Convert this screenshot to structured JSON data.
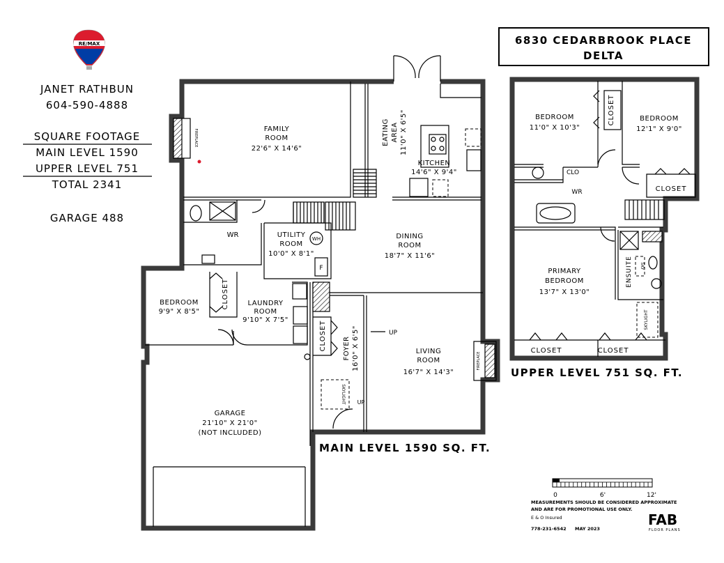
{
  "header": {
    "address_line1": "6830 CEDARBROOK PLACE",
    "address_line2": "DELTA"
  },
  "brand": {
    "logo_text": "RE/MAX",
    "colors": {
      "red": "#dc1c2e",
      "blue": "#003da5",
      "white": "#ffffff"
    }
  },
  "agent": {
    "name": "JANET RATHBUN",
    "phone": "604-590-4888"
  },
  "footage": {
    "heading": "SQUARE FOOTAGE",
    "main": "MAIN LEVEL 1590",
    "upper": "UPPER LEVEL 751",
    "total": "TOTAL 2341",
    "garage": "GARAGE 488"
  },
  "main_level": {
    "caption": "MAIN LEVEL 1590 SQ. FT.",
    "rooms": {
      "family": {
        "name": "FAMILY",
        "name2": "ROOM",
        "dim": "22'6\" X 14'6\""
      },
      "eating": {
        "name": "EATING",
        "name2": "AREA",
        "dim": "11'0\" X 6'5\""
      },
      "kitchen": {
        "name": "KITCHEN",
        "dim": "14'6\" X 9'4\""
      },
      "dining": {
        "name": "DINING",
        "name2": "ROOM",
        "dim": "18'7\" X 11'6\""
      },
      "utility": {
        "name": "UTILITY",
        "name2": "ROOM",
        "dim": "10'0\" X 8'1\""
      },
      "laundry": {
        "name": "LAUNDRY",
        "name2": "ROOM",
        "dim": "9'10\" X 7'5\""
      },
      "bedroom": {
        "name": "BEDROOM",
        "dim": "9'9\" X 8'5\""
      },
      "living": {
        "name": "LIVING",
        "name2": "ROOM",
        "dim": "16'7\" X 14'3\""
      },
      "foyer": {
        "name": "FOYER",
        "dim": "16'0\" X 6'5\""
      },
      "garage": {
        "name": "GARAGE",
        "dim": "21'10\" X 21'0\"",
        "note": "(NOT INCLUDED)"
      }
    },
    "labels": {
      "wr": "WR",
      "closet": "CLOSET",
      "fireplace": "FIREPLACE",
      "skylight": "SKYLIGHT",
      "up": "UP",
      "wh": "WH",
      "f": "F"
    }
  },
  "upper_level": {
    "caption": "UPPER LEVEL 751 SQ. FT.",
    "rooms": {
      "bedroom1": {
        "name": "BEDROOM",
        "dim": "11'0\" X 10'3\""
      },
      "bedroom2": {
        "name": "BEDROOM",
        "dim": "12'1\" X 9'0\""
      },
      "primary": {
        "name": "PRIMARY",
        "name2": "BEDROOM",
        "dim": "13'7\" X 13'0\""
      }
    },
    "labels": {
      "closet": "CLOSET",
      "clo": "CLO",
      "wr": "WR",
      "ensuite": "ENSUITE",
      "sky": "SKY",
      "skylight": "SKYLIGHT"
    }
  },
  "scale": {
    "labels": [
      "0",
      "6'",
      "12'"
    ]
  },
  "footer": {
    "disclaimer1": "MEASUREMENTS SHOULD BE CONSIDERED APPROXIMATE",
    "disclaimer2": "AND ARE FOR PROMOTIONAL USE ONLY.",
    "insured": "E & O Insured",
    "phone": "778-231-6542",
    "date": "MAY 2023",
    "fab_logo": "FAB",
    "fab_sub": "FLOOR PLANS"
  }
}
